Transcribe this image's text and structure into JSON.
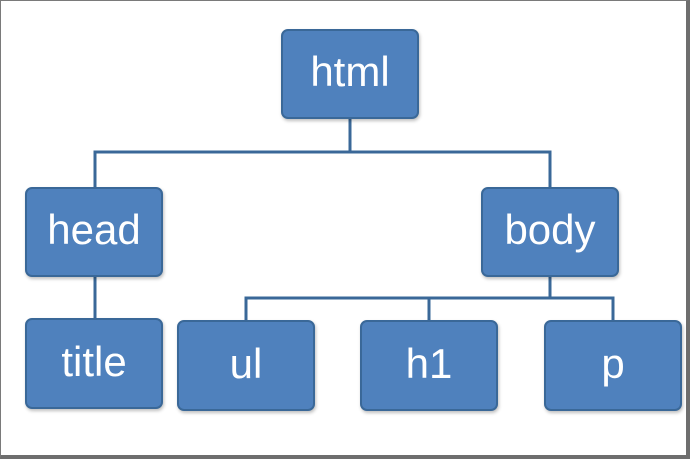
{
  "diagram": {
    "type": "tree",
    "line_color": "#3a6898",
    "node_color": "#4f81bd",
    "nodes": [
      {
        "id": "html",
        "label": "html"
      },
      {
        "id": "head",
        "label": "head"
      },
      {
        "id": "body",
        "label": "body"
      },
      {
        "id": "title",
        "label": "title"
      },
      {
        "id": "ul",
        "label": "ul"
      },
      {
        "id": "h1",
        "label": "h1"
      },
      {
        "id": "p",
        "label": "p"
      }
    ],
    "edges": [
      {
        "from": "html",
        "to": "head"
      },
      {
        "from": "html",
        "to": "body"
      },
      {
        "from": "head",
        "to": "title"
      },
      {
        "from": "body",
        "to": "ul"
      },
      {
        "from": "body",
        "to": "h1"
      },
      {
        "from": "body",
        "to": "p"
      }
    ]
  }
}
